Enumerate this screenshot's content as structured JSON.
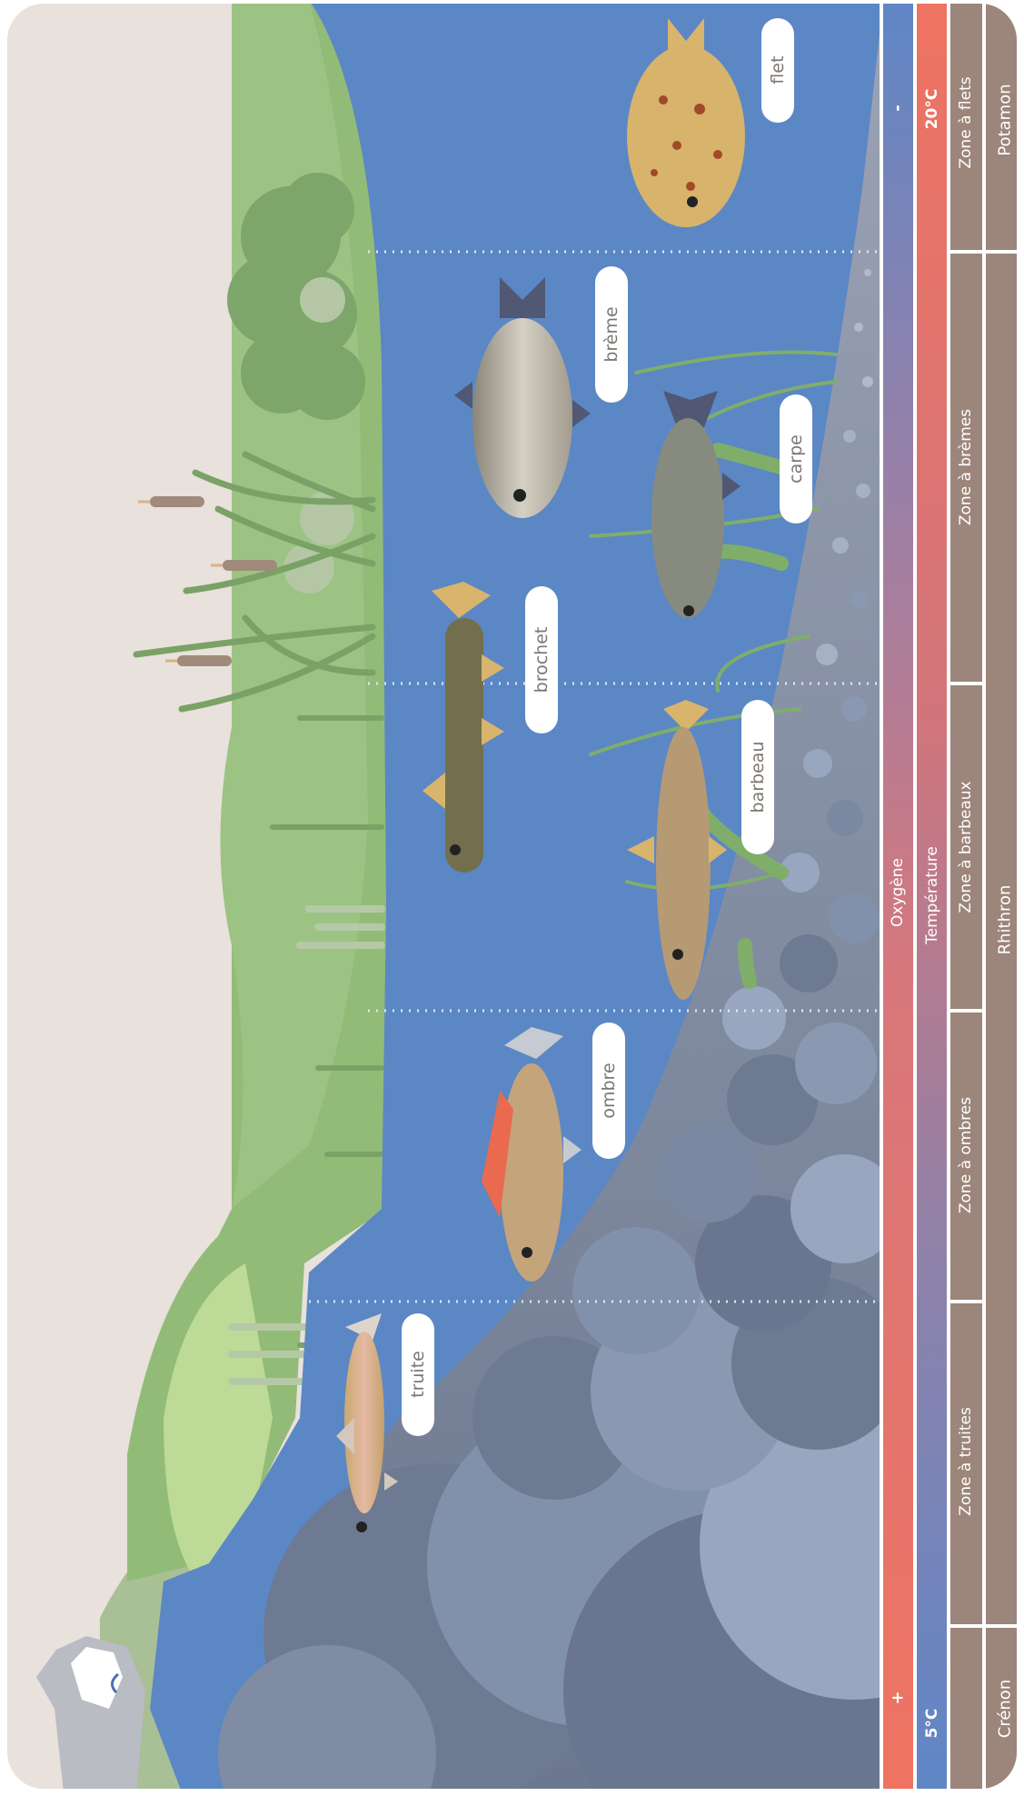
{
  "gradient_bars": {
    "oxygen": {
      "label": "Oxygène",
      "high": "+",
      "low": "-"
    },
    "temperature": {
      "label": "Température",
      "cold": "5°C",
      "warm": "20°C"
    }
  },
  "zones": [
    {
      "name": "Zone à truites"
    },
    {
      "name": "Zone à ombres"
    },
    {
      "name": "Zone à barbeaux"
    },
    {
      "name": "Zone à brèmes"
    },
    {
      "name": "Zone à flets"
    }
  ],
  "regions": [
    {
      "name": "Crénon"
    },
    {
      "name": "Rhithron"
    },
    {
      "name": "Potamon"
    }
  ],
  "fish": [
    {
      "name": "truite"
    },
    {
      "name": "ombre"
    },
    {
      "name": "brochet"
    },
    {
      "name": "barbeau"
    },
    {
      "name": "brème"
    },
    {
      "name": "carpe"
    },
    {
      "name": "flet"
    }
  ],
  "colors": {
    "sky": "#e8e1dc",
    "bank": "#92bb78",
    "bank_dark": "#7aa266",
    "water": "#5b87c5",
    "stones": "#6d7a92",
    "stones_light": "#8e9db6",
    "oxygen_high": "#ee7563",
    "oxygen_low": "#5f86c6",
    "band": "#9c857a",
    "label_bg": "#ffffff",
    "label_text": "#7d7772"
  }
}
